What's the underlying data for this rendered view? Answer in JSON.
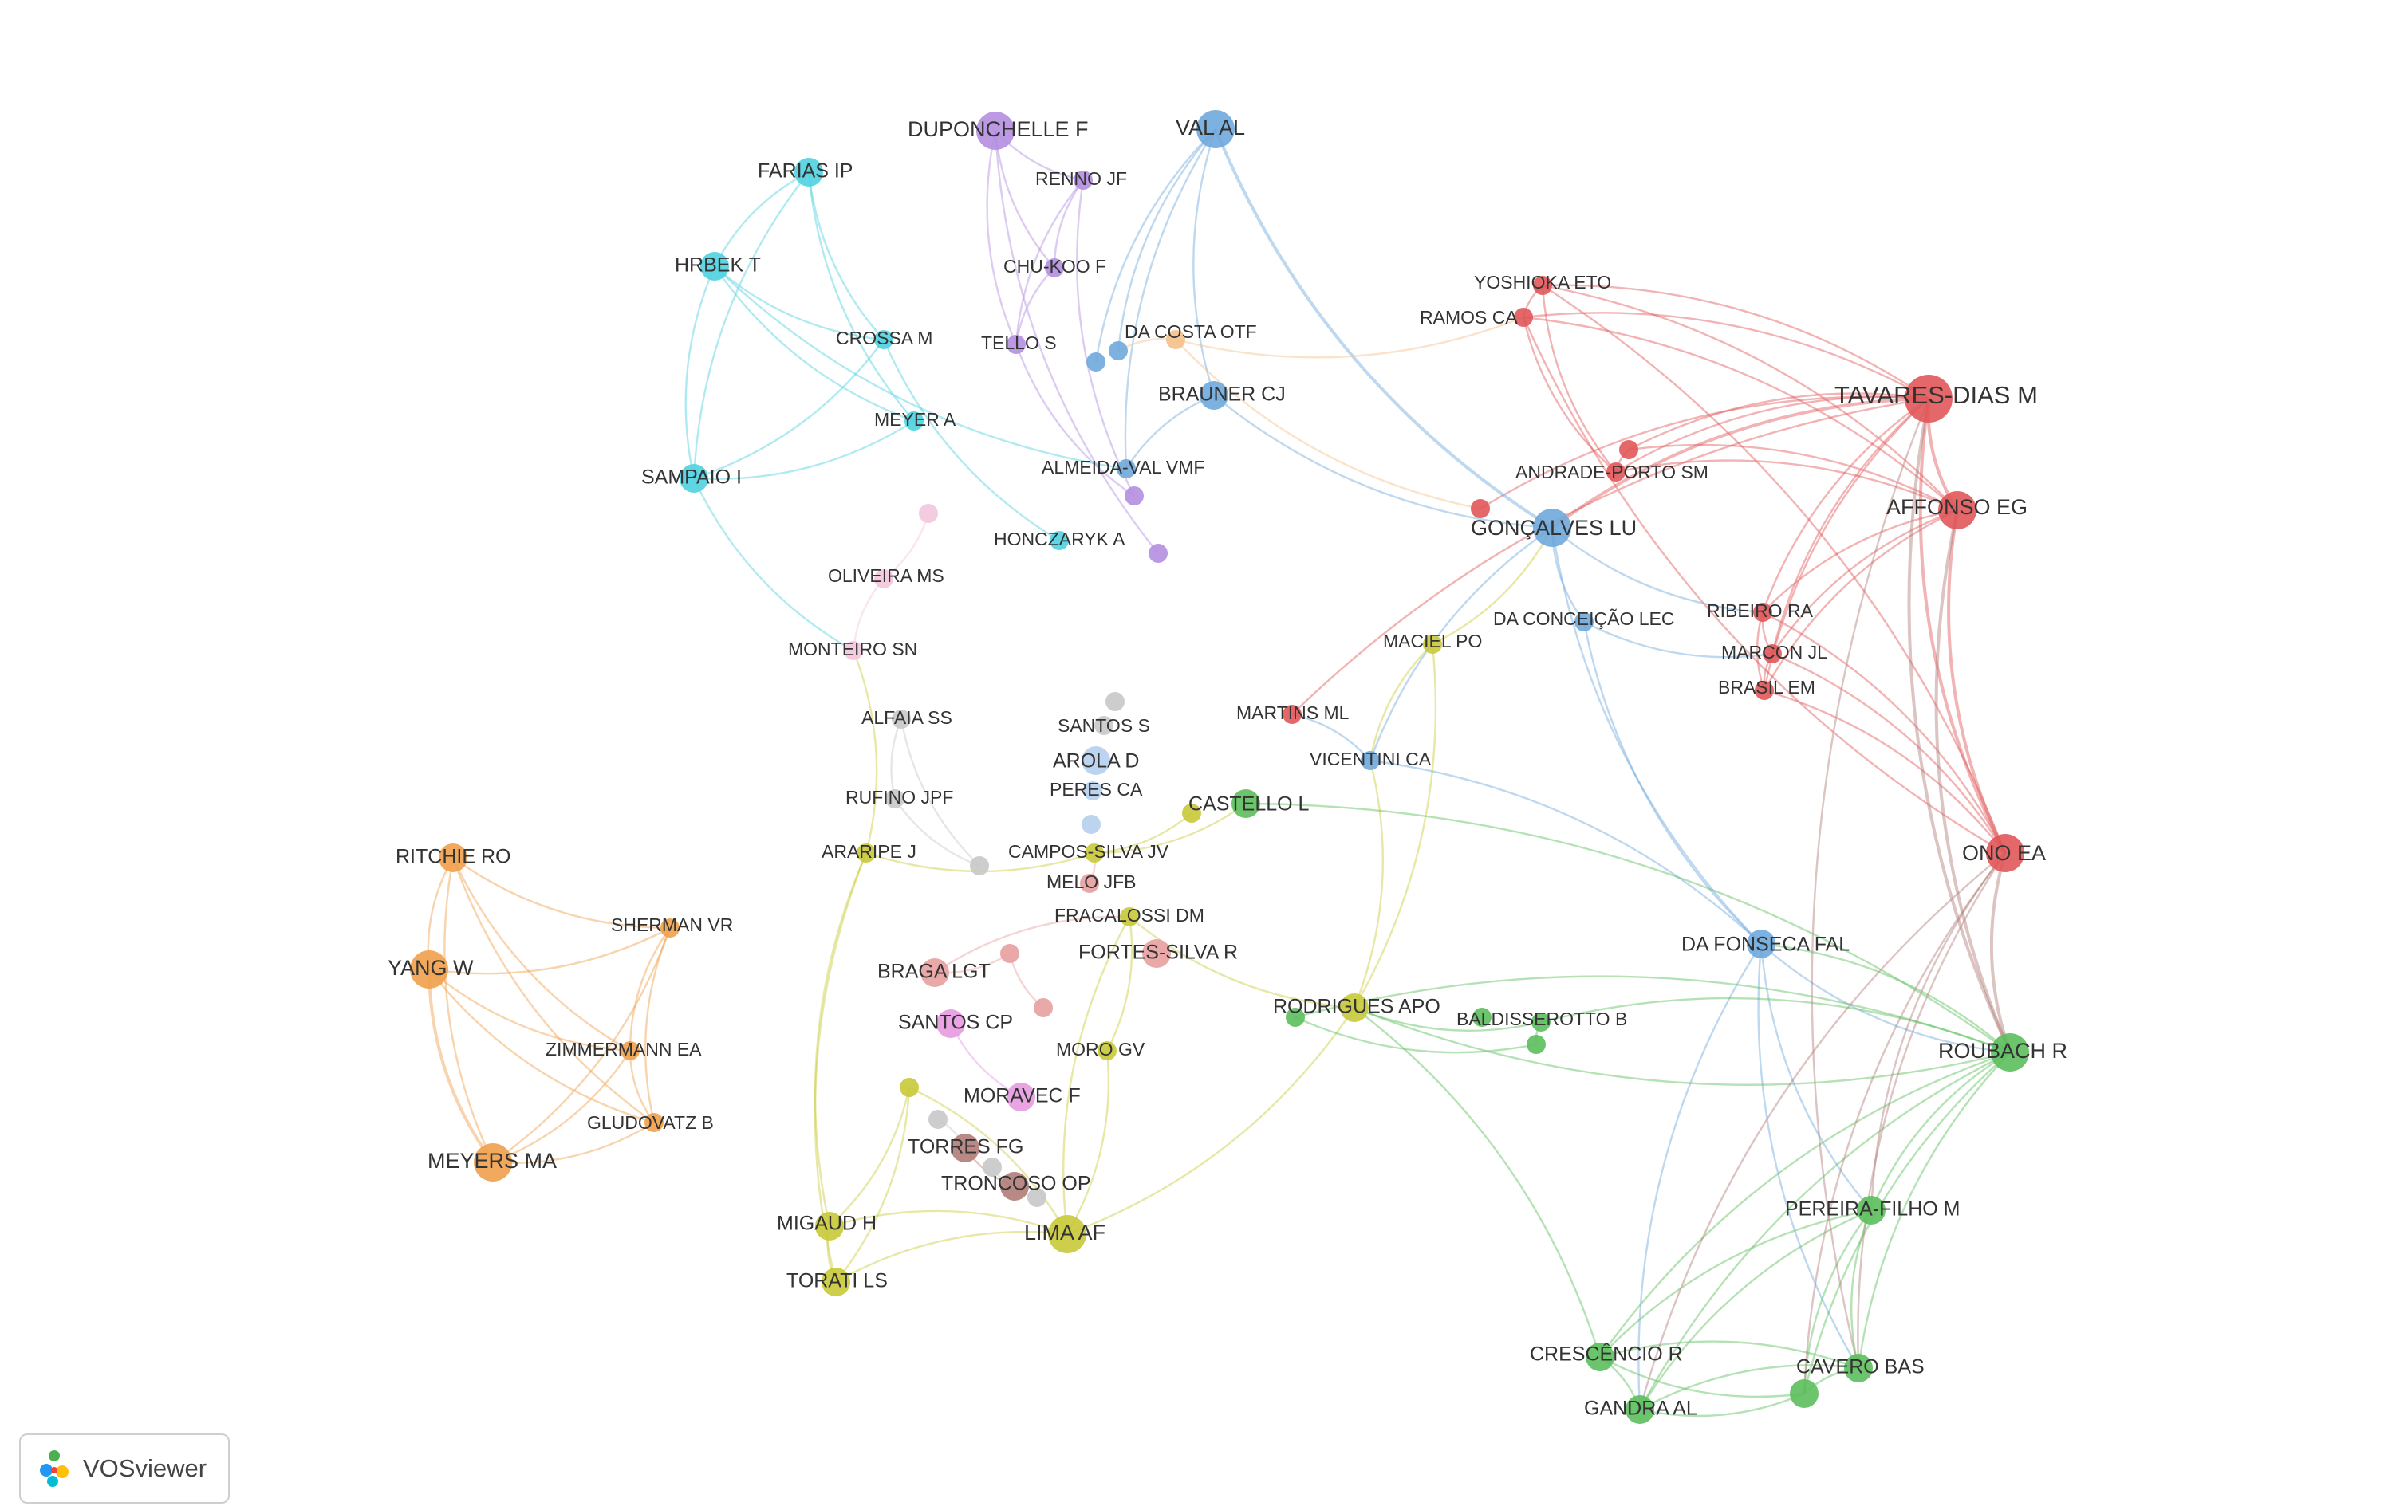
{
  "colors": {
    "red": "#e15759",
    "blue": "#6fa8dc",
    "cyan": "#4fd1e0",
    "purple": "#b48ee0",
    "orange": "#f0a04b",
    "yellow": "#c9c93a",
    "green": "#5cbf5c",
    "pink": "#f2a6c8",
    "salmon": "#e8a0a0",
    "gray": "#c8c8c8",
    "brown": "#b07c78",
    "lightblue": "#b6cfee",
    "lightpink": "#f3c6dc",
    "magenta": "#e79ae0",
    "peach": "#f5c08a"
  },
  "nodes": [
    {
      "id": "tavares",
      "label": "TAVARES-DIAS M",
      "color": "red",
      "size": "xl"
    },
    {
      "id": "affonso",
      "label": "AFFONSO EG",
      "color": "red",
      "size": "l"
    },
    {
      "id": "ono",
      "label": "ONO EA",
      "color": "red",
      "size": "l"
    },
    {
      "id": "yoshioka",
      "label": "YOSHIOKA ETO",
      "color": "red",
      "size": "s"
    },
    {
      "id": "ramosca",
      "label": "RAMOS CA",
      "color": "red",
      "size": "s"
    },
    {
      "id": "andrade",
      "label": "ANDRADE-PORTO SM",
      "color": "red",
      "size": "s"
    },
    {
      "id": "red_a",
      "label": "",
      "color": "red",
      "size": "s"
    },
    {
      "id": "red_b",
      "label": "",
      "color": "red",
      "size": "s"
    },
    {
      "id": "ribeiro",
      "label": "RIBEIRO RA",
      "color": "red",
      "size": "s"
    },
    {
      "id": "marcon",
      "label": "MARCON JL",
      "color": "red",
      "size": "s"
    },
    {
      "id": "brasil",
      "label": "BRASIL EM",
      "color": "red",
      "size": "s"
    },
    {
      "id": "martins",
      "label": "MARTINS ML",
      "color": "red",
      "size": "s"
    },
    {
      "id": "valal",
      "label": "VAL AL",
      "color": "blue",
      "size": "l"
    },
    {
      "id": "brauner",
      "label": "BRAUNER CJ",
      "color": "blue",
      "size": "m"
    },
    {
      "id": "almeida",
      "label": "ALMEIDA-VAL VMF",
      "color": "blue",
      "size": "s"
    },
    {
      "id": "goncalves",
      "label": "GONÇALVES LU",
      "color": "blue",
      "size": "l"
    },
    {
      "id": "daconceicao",
      "label": "DA CONCEIÇÃO LEC",
      "color": "blue",
      "size": "s"
    },
    {
      "id": "vicentini",
      "label": "VICENTINI CA",
      "color": "blue",
      "size": "s"
    },
    {
      "id": "dafonseca",
      "label": "DA FONSECA FAL",
      "color": "blue",
      "size": "m"
    },
    {
      "id": "blue_a",
      "label": "",
      "color": "blue",
      "size": "s"
    },
    {
      "id": "blue_b",
      "label": "",
      "color": "blue",
      "size": "s"
    },
    {
      "id": "farias",
      "label": "FARIAS IP",
      "color": "cyan",
      "size": "m"
    },
    {
      "id": "hrbek",
      "label": "HRBEK T",
      "color": "cyan",
      "size": "m"
    },
    {
      "id": "crossa",
      "label": "CROSSA M",
      "color": "cyan",
      "size": "s"
    },
    {
      "id": "meyera",
      "label": "MEYER A",
      "color": "cyan",
      "size": "s"
    },
    {
      "id": "sampaio",
      "label": "SAMPAIO I",
      "color": "cyan",
      "size": "m"
    },
    {
      "id": "honczaryk",
      "label": "HONCZARYK A",
      "color": "cyan",
      "size": "s"
    },
    {
      "id": "duponchelle",
      "label": "DUPONCHELLE F",
      "color": "purple",
      "size": "l"
    },
    {
      "id": "renno",
      "label": "RENNO JF",
      "color": "purple",
      "size": "s"
    },
    {
      "id": "chukoo",
      "label": "CHU-KOO F",
      "color": "purple",
      "size": "s"
    },
    {
      "id": "tello",
      "label": "TELLO S",
      "color": "purple",
      "size": "s"
    },
    {
      "id": "purple_a",
      "label": "",
      "color": "purple",
      "size": "s"
    },
    {
      "id": "purple_b",
      "label": "",
      "color": "purple",
      "size": "s"
    },
    {
      "id": "dacosta",
      "label": "DA COSTA OTF",
      "color": "peach",
      "size": "s"
    },
    {
      "id": "ritchie",
      "label": "RITCHIE RO",
      "color": "orange",
      "size": "m"
    },
    {
      "id": "yangw",
      "label": "YANG W",
      "color": "orange",
      "size": "l"
    },
    {
      "id": "meyersma",
      "label": "MEYERS MA",
      "color": "orange",
      "size": "l"
    },
    {
      "id": "sherman",
      "label": "SHERMAN VR",
      "color": "orange",
      "size": "s"
    },
    {
      "id": "zimmermann",
      "label": "ZIMMERMANN EA",
      "color": "orange",
      "size": "s"
    },
    {
      "id": "gludovatz",
      "label": "GLUDOVATZ B",
      "color": "orange",
      "size": "s"
    },
    {
      "id": "oliveira",
      "label": "OLIVEIRA MS",
      "color": "lightpink",
      "size": "s"
    },
    {
      "id": "monteiro",
      "label": "MONTEIRO SN",
      "color": "lightpink",
      "size": "s"
    },
    {
      "id": "pink_a",
      "label": "",
      "color": "lightpink",
      "size": "s"
    },
    {
      "id": "alfaia",
      "label": "ALFAIA SS",
      "color": "gray",
      "size": "s"
    },
    {
      "id": "rufino",
      "label": "RUFINO JPF",
      "color": "gray",
      "size": "s"
    },
    {
      "id": "gray_a",
      "label": "",
      "color": "gray",
      "size": "s"
    },
    {
      "id": "santoss",
      "label": "SANTOS S",
      "color": "gray",
      "size": "s"
    },
    {
      "id": "gray_b",
      "label": "",
      "color": "gray",
      "size": "s"
    },
    {
      "id": "arola",
      "label": "AROLA D",
      "color": "lightblue",
      "size": "m"
    },
    {
      "id": "perescа",
      "label": "PERES CA",
      "color": "lightblue",
      "size": "s"
    },
    {
      "id": "lb_a",
      "label": "",
      "color": "lightblue",
      "size": "s"
    },
    {
      "id": "araripe",
      "label": "ARARIPE J",
      "color": "yellow",
      "size": "s"
    },
    {
      "id": "campos",
      "label": "CAMPOS-SILVA JV",
      "color": "yellow",
      "size": "s"
    },
    {
      "id": "castello",
      "label": "CASTELLO L",
      "color": "green",
      "size": "m"
    },
    {
      "id": "yel_a",
      "label": "",
      "color": "yellow",
      "size": "s"
    },
    {
      "id": "melojfb",
      "label": "MELO JFB",
      "color": "salmon",
      "size": "s"
    },
    {
      "id": "fracalossi",
      "label": "FRACALOSSI DM",
      "color": "yellow",
      "size": "s"
    },
    {
      "id": "fortes",
      "label": "FORTES-SILVA R",
      "color": "salmon",
      "size": "m"
    },
    {
      "id": "bragalgt",
      "label": "BRAGA LGT",
      "color": "salmon",
      "size": "m"
    },
    {
      "id": "sal_a",
      "label": "",
      "color": "salmon",
      "size": "s"
    },
    {
      "id": "sal_b",
      "label": "",
      "color": "salmon",
      "size": "s"
    },
    {
      "id": "santoscp",
      "label": "SANTOS CP",
      "color": "magenta",
      "size": "m"
    },
    {
      "id": "moravec",
      "label": "MORAVEC F",
      "color": "magenta",
      "size": "m"
    },
    {
      "id": "morogv",
      "label": "MORO GV",
      "color": "yellow",
      "size": "s"
    },
    {
      "id": "yel_b",
      "label": "",
      "color": "yellow",
      "size": "s"
    },
    {
      "id": "torres",
      "label": "TORRES FG",
      "color": "brown",
      "size": "m"
    },
    {
      "id": "troncoso",
      "label": "TRONCOSO OP",
      "color": "brown",
      "size": "m"
    },
    {
      "id": "gray_c",
      "label": "",
      "color": "gray",
      "size": "s"
    },
    {
      "id": "gray_d",
      "label": "",
      "color": "gray",
      "size": "s"
    },
    {
      "id": "gray_e",
      "label": "",
      "color": "gray",
      "size": "s"
    },
    {
      "id": "migaud",
      "label": "MIGAUD H",
      "color": "yellow",
      "size": "m"
    },
    {
      "id": "torati",
      "label": "TORATI LS",
      "color": "yellow",
      "size": "m"
    },
    {
      "id": "limaaf",
      "label": "LIMA AF",
      "color": "yellow",
      "size": "l"
    },
    {
      "id": "macielpo",
      "label": "MACIEL PO",
      "color": "yellow",
      "size": "s"
    },
    {
      "id": "rodrigues",
      "label": "RODRIGUES APO",
      "color": "yellow",
      "size": "m"
    },
    {
      "id": "green_a",
      "label": "",
      "color": "green",
      "size": "s"
    },
    {
      "id": "baldisserotto",
      "label": "BALDISSEROTTO B",
      "color": "green",
      "size": "s"
    },
    {
      "id": "green_b",
      "label": "",
      "color": "green",
      "size": "s"
    },
    {
      "id": "green_c",
      "label": "",
      "color": "green",
      "size": "s"
    },
    {
      "id": "roubach",
      "label": "ROUBACH R",
      "color": "green",
      "size": "l"
    },
    {
      "id": "pereira",
      "label": "PEREIRA-FILHO M",
      "color": "green",
      "size": "m"
    },
    {
      "id": "crescencio",
      "label": "CRESCÊNCIO R",
      "color": "green",
      "size": "m"
    },
    {
      "id": "cavero",
      "label": "CAVERO BAS",
      "color": "green",
      "size": "m"
    },
    {
      "id": "gandra",
      "label": "GANDRA AL",
      "color": "green",
      "size": "m"
    },
    {
      "id": "green_d",
      "label": "",
      "color": "green",
      "size": "m"
    }
  ],
  "links": [
    [
      "tavares",
      "affonso",
      "red"
    ],
    [
      "tavares",
      "ono",
      "red"
    ],
    [
      "tavares",
      "yoshioka",
      "red"
    ],
    [
      "tavares",
      "ramosca",
      "red"
    ],
    [
      "tavares",
      "andrade",
      "red"
    ],
    [
      "tavares",
      "red_a",
      "red"
    ],
    [
      "tavares",
      "ribeiro",
      "red"
    ],
    [
      "tavares",
      "marcon",
      "red"
    ],
    [
      "tavares",
      "brasil",
      "red"
    ],
    [
      "tavares",
      "red_b",
      "red"
    ],
    [
      "tavares",
      "martins",
      "red"
    ],
    [
      "tavares",
      "goncalves",
      "red"
    ],
    [
      "affonso",
      "ono",
      "red"
    ],
    [
      "affonso",
      "yoshioka",
      "red"
    ],
    [
      "affonso",
      "ramosca",
      "red"
    ],
    [
      "affonso",
      "andrade",
      "red"
    ],
    [
      "affonso",
      "ribeiro",
      "red"
    ],
    [
      "affonso",
      "marcon",
      "red"
    ],
    [
      "affonso",
      "brasil",
      "red"
    ],
    [
      "affonso",
      "red_a",
      "red"
    ],
    [
      "ono",
      "ribeiro",
      "red"
    ],
    [
      "ono",
      "marcon",
      "red"
    ],
    [
      "ono",
      "brasil",
      "red"
    ],
    [
      "ono",
      "yoshioka",
      "red"
    ],
    [
      "yoshioka",
      "ramosca",
      "red"
    ],
    [
      "yoshioka",
      "andrade",
      "red"
    ],
    [
      "ramosca",
      "andrade",
      "red"
    ],
    [
      "ribeiro",
      "marcon",
      "red"
    ],
    [
      "marcon",
      "brasil",
      "red"
    ],
    [
      "ribeiro",
      "brasil",
      "red"
    ],
    [
      "red_a",
      "andrade",
      "red"
    ],
    [
      "ramosca",
      "ono",
      "red"
    ],
    [
      "valal",
      "brauner",
      "blue"
    ],
    [
      "valal",
      "almeida",
      "blue"
    ],
    [
      "valal",
      "blue_a",
      "blue"
    ],
    [
      "valal",
      "blue_b",
      "blue"
    ],
    [
      "valal",
      "goncalves",
      "blue"
    ],
    [
      "brauner",
      "almeida",
      "blue"
    ],
    [
      "brauner",
      "goncalves",
      "blue"
    ],
    [
      "goncalves",
      "daconceicao",
      "blue"
    ],
    [
      "goncalves",
      "dafonseca",
      "blue"
    ],
    [
      "goncalves",
      "vicentini",
      "blue"
    ],
    [
      "goncalves",
      "ribeiro",
      "blue"
    ],
    [
      "daconceicao",
      "dafonseca",
      "blue"
    ],
    [
      "daconceicao",
      "marcon",
      "blue"
    ],
    [
      "dafonseca",
      "roubach",
      "blue"
    ],
    [
      "dafonseca",
      "cavero",
      "blue"
    ],
    [
      "dafonseca",
      "pereira",
      "blue"
    ],
    [
      "dafonseca",
      "vicentini",
      "blue"
    ],
    [
      "dafonseca",
      "gandra",
      "blue"
    ],
    [
      "vicentini",
      "martins",
      "blue"
    ],
    [
      "farias",
      "hrbek",
      "cyan"
    ],
    [
      "farias",
      "crossa",
      "cyan"
    ],
    [
      "farias",
      "meyera",
      "cyan"
    ],
    [
      "farias",
      "sampaio",
      "cyan"
    ],
    [
      "hrbek",
      "crossa",
      "cyan"
    ],
    [
      "hrbek",
      "meyera",
      "cyan"
    ],
    [
      "hrbek",
      "sampaio",
      "cyan"
    ],
    [
      "sampaio",
      "crossa",
      "cyan"
    ],
    [
      "sampaio",
      "meyera",
      "cyan"
    ],
    [
      "crossa",
      "honczaryk",
      "cyan"
    ],
    [
      "sampaio",
      "monteiro",
      "cyan"
    ],
    [
      "hrbek",
      "almeida",
      "cyan"
    ],
    [
      "duponchelle",
      "renno",
      "purple"
    ],
    [
      "duponchelle",
      "chukoo",
      "purple"
    ],
    [
      "duponchelle",
      "tello",
      "purple"
    ],
    [
      "renno",
      "chukoo",
      "purple"
    ],
    [
      "renno",
      "tello",
      "purple"
    ],
    [
      "chukoo",
      "tello",
      "purple"
    ],
    [
      "duponchelle",
      "purple_b",
      "purple"
    ],
    [
      "tello",
      "purple_a",
      "purple"
    ],
    [
      "renno",
      "purple_a",
      "purple"
    ],
    [
      "dacosta",
      "ramosca",
      "peach"
    ],
    [
      "dacosta",
      "blue_b",
      "peach"
    ],
    [
      "dacosta",
      "red_b",
      "peach"
    ],
    [
      "ritchie",
      "yangw",
      "orange"
    ],
    [
      "ritchie",
      "meyersma",
      "orange"
    ],
    [
      "ritchie",
      "sherman",
      "orange"
    ],
    [
      "ritchie",
      "zimmermann",
      "orange"
    ],
    [
      "ritchie",
      "gludovatz",
      "orange"
    ],
    [
      "yangw",
      "meyersma",
      "orange"
    ],
    [
      "yangw",
      "sherman",
      "orange"
    ],
    [
      "yangw",
      "zimmermann",
      "orange"
    ],
    [
      "yangw",
      "gludovatz",
      "orange"
    ],
    [
      "meyersma",
      "sherman",
      "orange"
    ],
    [
      "meyersma",
      "zimmermann",
      "orange"
    ],
    [
      "meyersma",
      "gludovatz",
      "orange"
    ],
    [
      "sherman",
      "zimmermann",
      "orange"
    ],
    [
      "zimmermann",
      "gludovatz",
      "orange"
    ],
    [
      "sherman",
      "gludovatz",
      "orange"
    ],
    [
      "oliveira",
      "pink_a",
      "lightpink"
    ],
    [
      "oliveira",
      "monteiro",
      "lightpink"
    ],
    [
      "alfaia",
      "rufino",
      "gray"
    ],
    [
      "alfaia",
      "gray_a",
      "gray"
    ],
    [
      "rufino",
      "gray_a",
      "gray"
    ],
    [
      "araripe",
      "monteiro",
      "yellow"
    ],
    [
      "araripe",
      "migaud",
      "yellow"
    ],
    [
      "araripe",
      "torati",
      "yellow"
    ],
    [
      "araripe",
      "campos",
      "yellow"
    ],
    [
      "campos",
      "castello",
      "yellow"
    ],
    [
      "campos",
      "yel_a",
      "yellow"
    ],
    [
      "fracalossi",
      "limaaf",
      "yellow"
    ],
    [
      "fracalossi",
      "rodrigues",
      "yellow"
    ],
    [
      "fracalossi",
      "bragalgt",
      "salmon"
    ],
    [
      "limaaf",
      "migaud",
      "yellow"
    ],
    [
      "limaaf",
      "torati",
      "yellow"
    ],
    [
      "limaaf",
      "rodrigues",
      "yellow"
    ],
    [
      "limaaf",
      "morogv",
      "yellow"
    ],
    [
      "migaud",
      "torati",
      "yellow"
    ],
    [
      "migaud",
      "yel_b",
      "yellow"
    ],
    [
      "torati",
      "yel_b",
      "yellow"
    ],
    [
      "limaaf",
      "yel_b",
      "yellow"
    ],
    [
      "rodrigues",
      "macielpo",
      "yellow"
    ],
    [
      "rodrigues",
      "baldisserotto",
      "green"
    ],
    [
      "rodrigues",
      "roubach",
      "green"
    ],
    [
      "macielpo",
      "goncalves",
      "yellow"
    ],
    [
      "macielpo",
      "vicentini",
      "yellow"
    ],
    [
      "rodrigues",
      "vicentini",
      "yellow"
    ],
    [
      "morogv",
      "fracalossi",
      "yellow"
    ],
    [
      "sal_a",
      "sal_b",
      "salmon"
    ],
    [
      "bragalgt",
      "sal_a",
      "salmon"
    ],
    [
      "melojfb",
      "campos",
      "salmon"
    ],
    [
      "santoscp",
      "moravec",
      "magenta"
    ],
    [
      "torres",
      "troncoso",
      "brown"
    ],
    [
      "torres",
      "gray_c",
      "gray"
    ],
    [
      "troncoso",
      "gray_d",
      "gray"
    ],
    [
      "gray_e",
      "troncoso",
      "gray"
    ],
    [
      "roubach",
      "pereira",
      "green"
    ],
    [
      "roubach",
      "cavero",
      "green"
    ],
    [
      "roubach",
      "crescencio",
      "green"
    ],
    [
      "roubach",
      "gandra",
      "green"
    ],
    [
      "roubach",
      "green_d",
      "green"
    ],
    [
      "roubach",
      "baldisserotto",
      "green"
    ],
    [
      "roubach",
      "green_a",
      "green"
    ],
    [
      "roubach",
      "castello",
      "green"
    ],
    [
      "roubach",
      "dafonseca",
      "green"
    ],
    [
      "pereira",
      "cavero",
      "green"
    ],
    [
      "pereira",
      "gandra",
      "green"
    ],
    [
      "pereira",
      "crescencio",
      "green"
    ],
    [
      "pereira",
      "green_d",
      "green"
    ],
    [
      "cavero",
      "gandra",
      "green"
    ],
    [
      "cavero",
      "crescencio",
      "green"
    ],
    [
      "cavero",
      "green_d",
      "green"
    ],
    [
      "gandra",
      "crescencio",
      "green"
    ],
    [
      "gandra",
      "green_d",
      "green"
    ],
    [
      "crescencio",
      "green_d",
      "green"
    ],
    [
      "crescencio",
      "rodrigues",
      "green"
    ],
    [
      "baldisserotto",
      "green_b",
      "green"
    ],
    [
      "green_a",
      "green_b",
      "green"
    ],
    [
      "ono",
      "roubach",
      "brown"
    ],
    [
      "ono",
      "pereira",
      "brown"
    ],
    [
      "ono",
      "cavero",
      "brown"
    ],
    [
      "ono",
      "gandra",
      "brown"
    ],
    [
      "affonso",
      "roubach",
      "brown"
    ],
    [
      "tavares",
      "roubach",
      "brown"
    ],
    [
      "tavares",
      "cavero",
      "brown"
    ],
    [
      "ono",
      "green_d",
      "brown"
    ]
  ],
  "badge": {
    "label": "VOSviewer"
  }
}
